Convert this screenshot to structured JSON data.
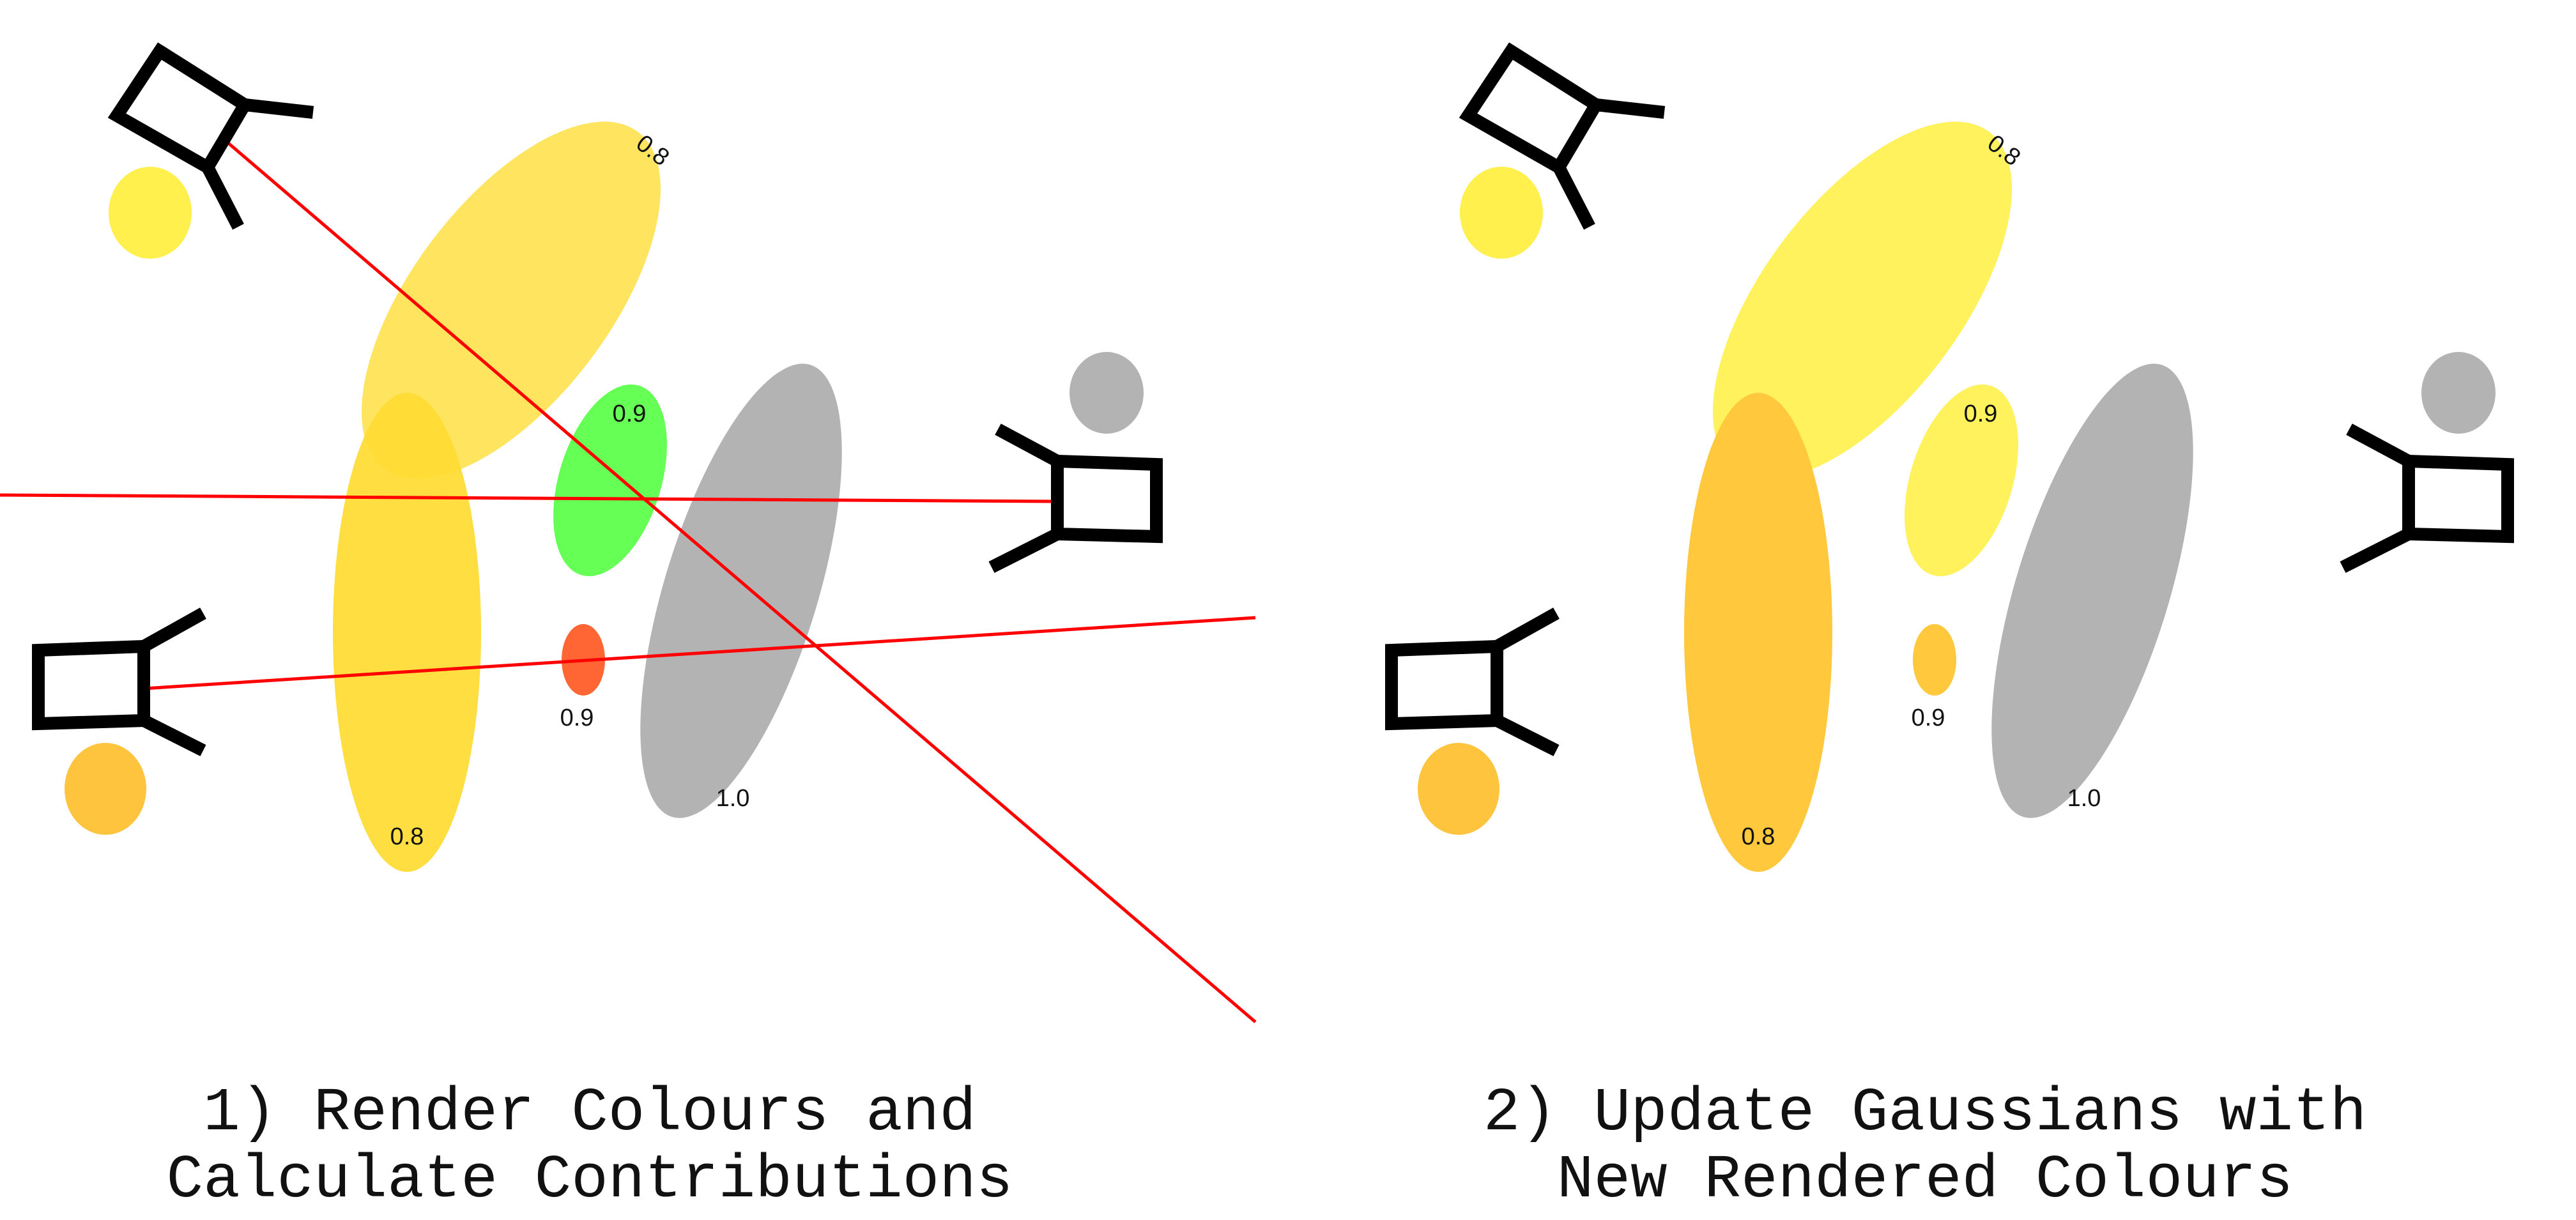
{
  "panels": [
    {
      "caption_line1": "1) Render Colours and",
      "caption_line2": "Calculate Contributions",
      "opacity_labels": [
        "0.8",
        "0.9",
        "0.8",
        "0.9",
        "1.0"
      ],
      "colors": {
        "diag_ellipse": "#FFE357",
        "tall_ellipse": "#FFDB33",
        "green_ellipse": "#66FF55",
        "small_ellipse": "#FF6633",
        "grey_ellipse": "#B3B3B3",
        "ray": "#FF0000"
      },
      "camera_dots": {
        "top_left": "#FFF04D",
        "bottom_left": "#FFC43D",
        "right": "#B3B3B3"
      }
    },
    {
      "caption_line1": "2) Update Gaussians with",
      "caption_line2": "New Rendered Colours",
      "opacity_labels": [
        "0.8",
        "0.9",
        "0.8",
        "0.9",
        "1.0"
      ],
      "colors": {
        "diag_ellipse": "#FFF25C",
        "tall_ellipse": "#FFC83D",
        "green_ellipse": "#FFF25C",
        "small_ellipse": "#FFC83D",
        "grey_ellipse": "#B3B3B3"
      },
      "camera_dots": {
        "top_left": "#FFF04D",
        "bottom_left": "#FFC43D",
        "right": "#B3B3B3"
      }
    }
  ]
}
